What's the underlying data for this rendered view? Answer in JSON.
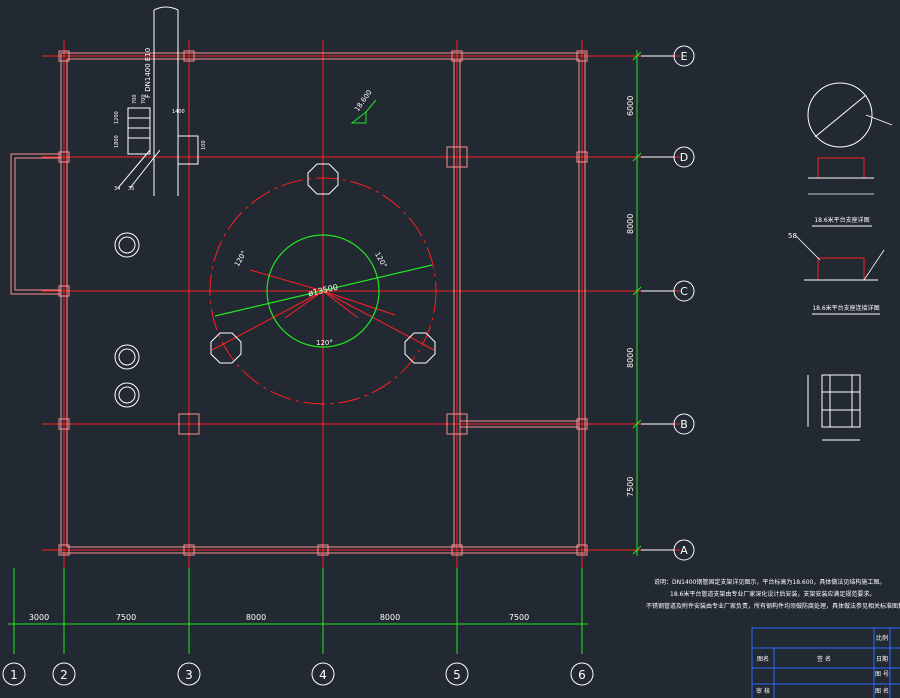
{
  "colors": {
    "background": "#222933",
    "axis_red": "#ff1f1f",
    "beam_pink": "#ff8f8f",
    "dimension_green": "#22e622",
    "text_white": "#ffffff",
    "table_blue": "#2b6cff",
    "cyan": "#27d3d3"
  },
  "grid": {
    "col_labels": [
      "1",
      "2",
      "3",
      "4",
      "5",
      "6"
    ],
    "row_labels": [
      "E",
      "D",
      "C",
      "B",
      "A"
    ],
    "col_dims": [
      "3000",
      "7500",
      "8000",
      "8000",
      "7500"
    ],
    "row_dims": [
      "6000",
      "8000",
      "8000",
      "7500"
    ]
  },
  "plan": {
    "diameter_label": "ø13500",
    "angle_labels": [
      "120°",
      "120°",
      "120°"
    ],
    "elevation_label": "18.600",
    "pipe_label": "F DN1400 E10",
    "stair_dims": [
      "1400",
      "700",
      "700",
      "1200",
      "1800",
      "100",
      "34",
      "35"
    ]
  },
  "details": {
    "detail1_title": "18.6米平台支座详图",
    "detail2_title": "18.6米平台支座连接详图",
    "detail2_mark": "58"
  },
  "notes": {
    "line1": "说明：DN1400钢管固定支架详见图示，平台标高为18.600，具体做法见结构施工图。",
    "line2": "18.6米平台管道支架由专业厂家深化设计后安装，支架安装应满足规范要求。",
    "line3": "不锈钢管道及附件安装由专业厂家负责，所有钢构件均须做防腐处理，具体做法参见相关标准图集。"
  },
  "title_block": {
    "cells": [
      "图名",
      "签 名",
      "日期",
      "审 核",
      "图 号",
      "比例",
      "图 名"
    ]
  }
}
